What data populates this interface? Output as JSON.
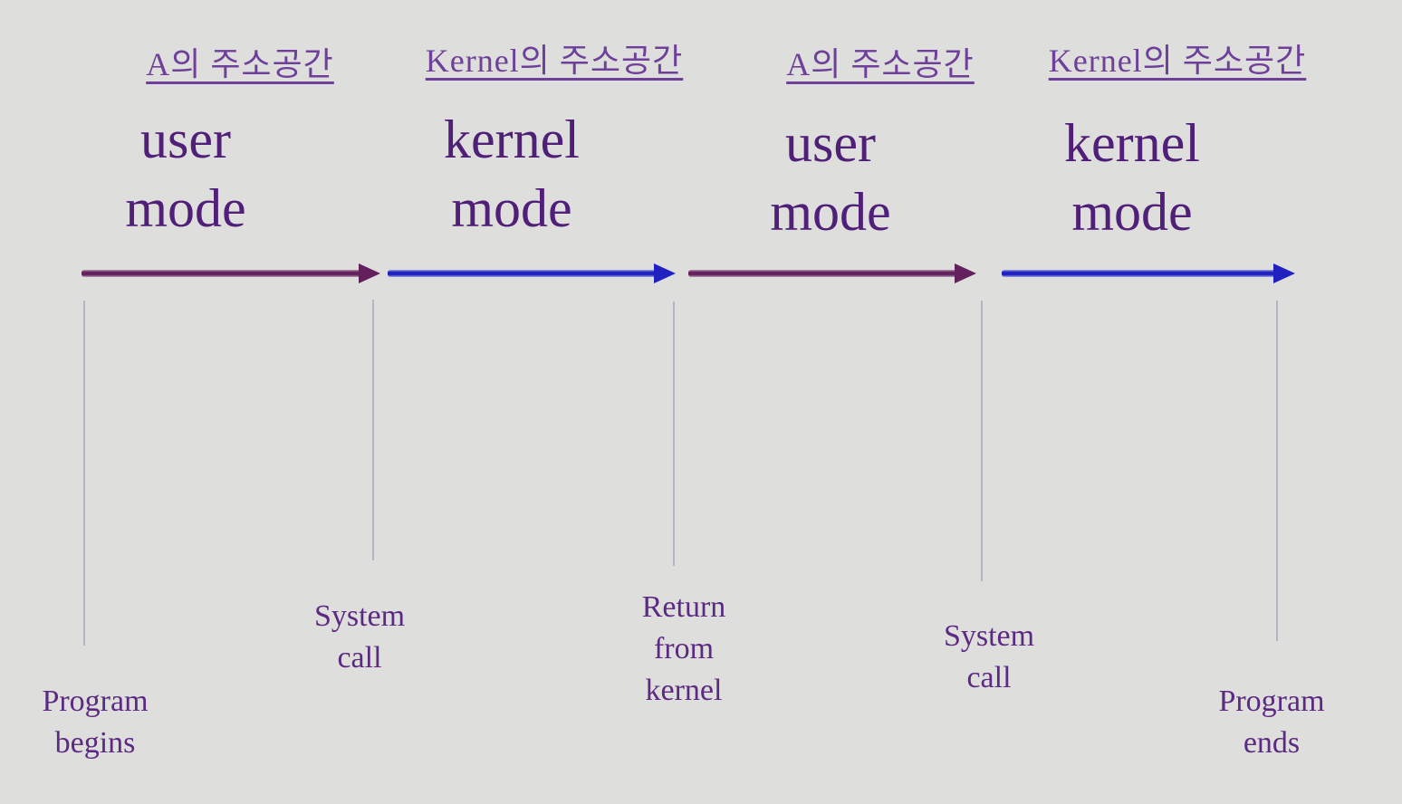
{
  "diagram": {
    "description": "Timeline of a process alternating between user mode and kernel mode across system calls",
    "columns": [
      {
        "address_space": "A의 주소공간",
        "mode_label": "user\nmode",
        "mode": "user"
      },
      {
        "address_space": "Kernel의 주소공간",
        "mode_label": "kernel\nmode",
        "mode": "kernel"
      },
      {
        "address_space": "A의 주소공간",
        "mode_label": "user\nmode",
        "mode": "user"
      },
      {
        "address_space": "Kernel의 주소공간",
        "mode_label": "kernel\nmode",
        "mode": "kernel"
      }
    ],
    "events": [
      {
        "label": "Program\nbegins"
      },
      {
        "label": "System\ncall"
      },
      {
        "label": "Return\nfrom\nkernel"
      },
      {
        "label": "System\ncall"
      },
      {
        "label": "Program\nends"
      }
    ],
    "colors": {
      "background": "#dedfdd",
      "header-text": "#6e4099",
      "mode-text": "#502078",
      "event-text": "#5c2a82",
      "user-arrow": "#63205c",
      "kernel-arrow": "#2121c0",
      "tick-line": "#bab1c2"
    }
  }
}
